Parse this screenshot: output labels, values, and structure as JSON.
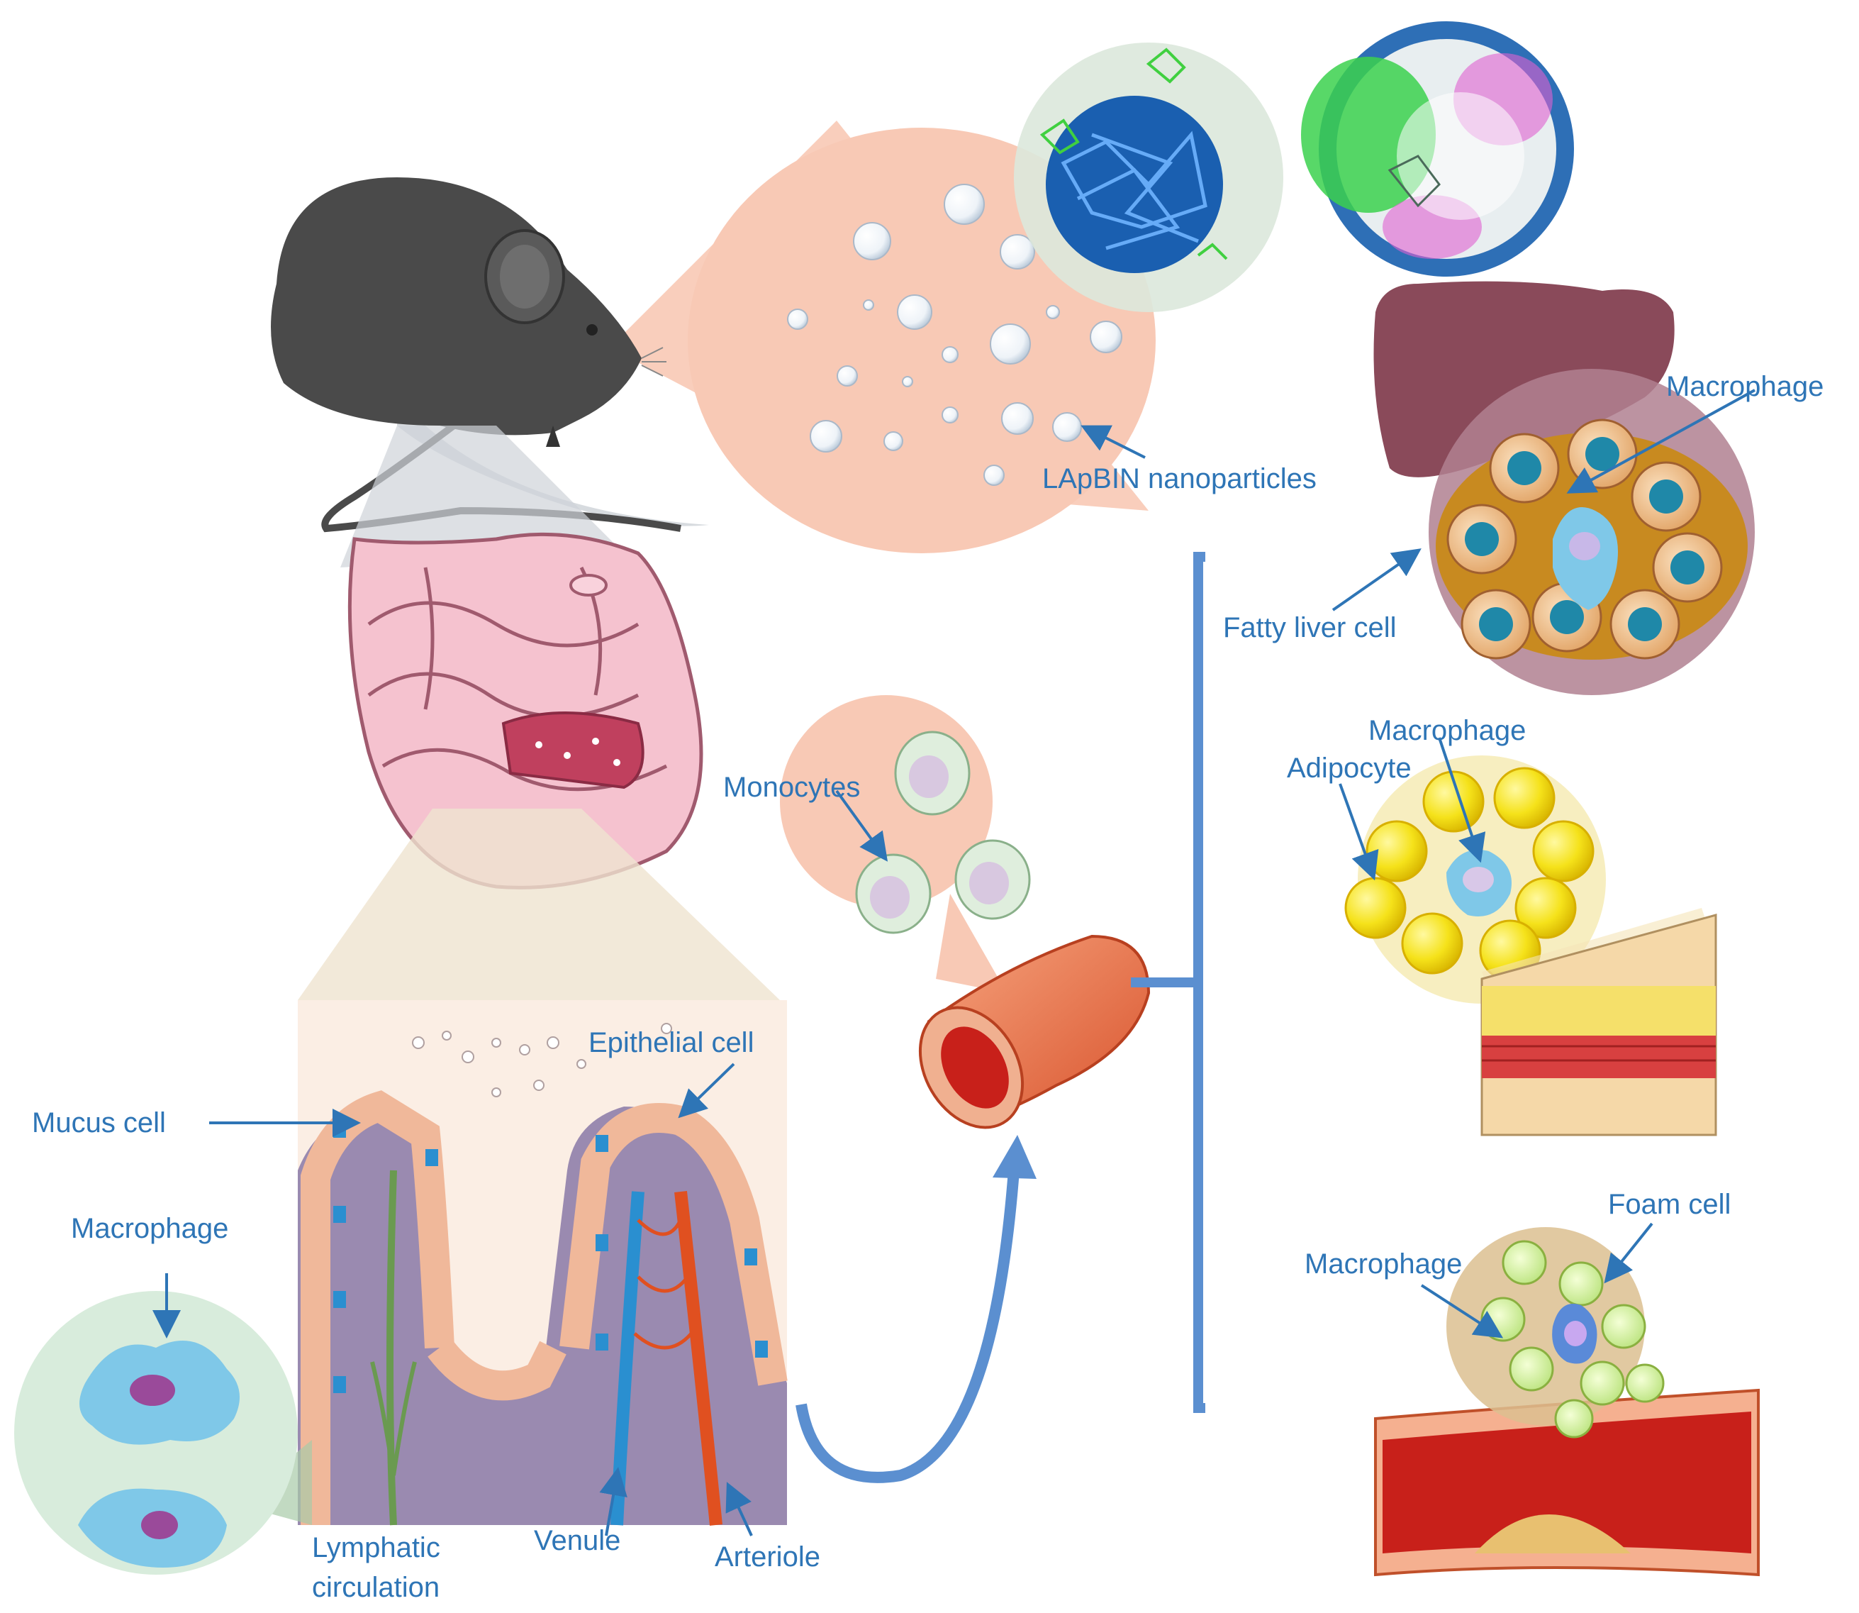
{
  "labels": {
    "lapbin": "LApBIN  nanoparticles",
    "macrophage_liver": "Macrophage",
    "fatty_liver_cell": "Fatty  liver cell",
    "monocytes": "Monocytes",
    "macrophage_adipose": "Macrophage",
    "adipocyte": "Adipocyte",
    "epithelial_cell": "Epithelial cell",
    "mucus_cell": "Mucus cell",
    "macrophage_gut": "Macrophage",
    "lymphatic_circulation_line1": "Lymphatic",
    "lymphatic_circulation_line2": "circulation",
    "venule": "Venule",
    "arteriole": "Arteriole",
    "foam_cell": "Foam cell",
    "macrophage_vessel": "Macrophage"
  },
  "colors": {
    "label_blue": "#2e75b6",
    "salmon": "#f8c9b5",
    "mouse": "#4a4a4a",
    "intestine": "#f2b8c6",
    "liver": "#8a4a5a",
    "fat_yellow": "#f5e21a",
    "vessel_red": "#d94a2a",
    "macrophage_blue": "#7fc8e8"
  },
  "icons": [
    "mouse-icon",
    "intestine-icon",
    "liver-icon",
    "blood-vessel-icon",
    "nanoparticle-icon",
    "macrophage-icon",
    "adipocyte-icon",
    "foam-cell-icon",
    "villus-icon"
  ]
}
